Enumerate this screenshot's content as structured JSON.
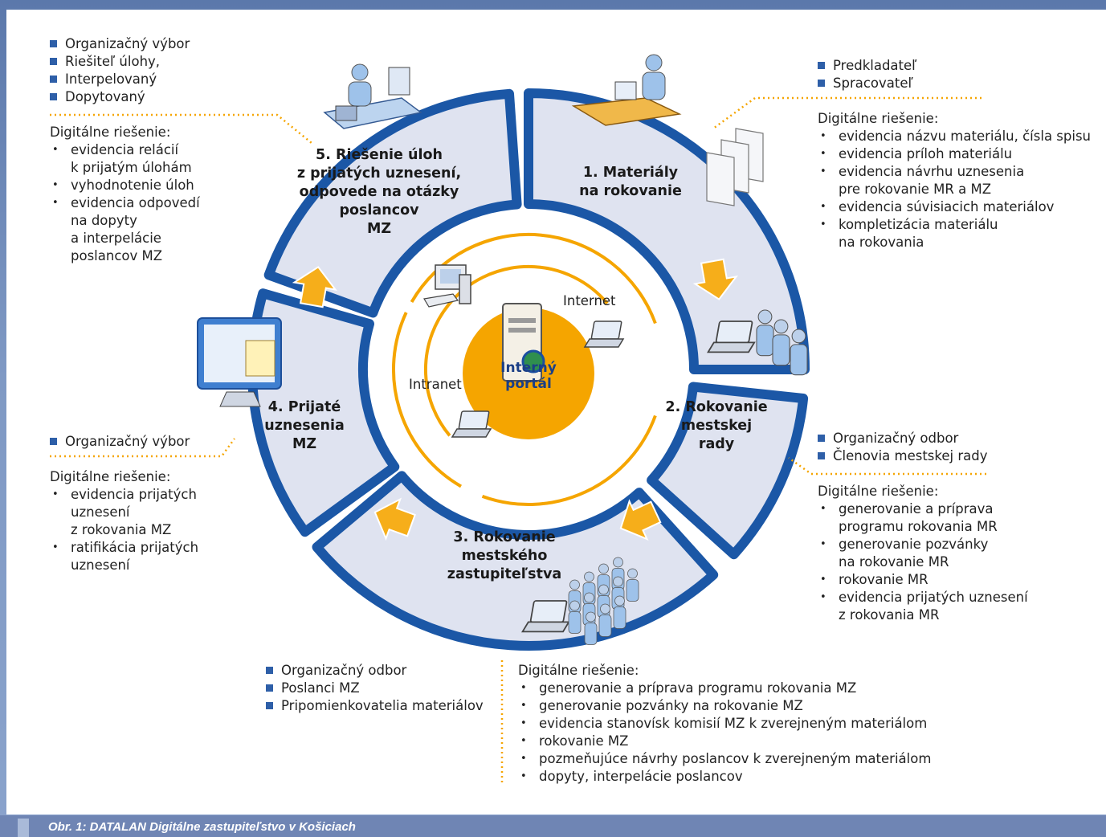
{
  "caption": "Obr. 1: DATALAN Digitálne zastupiteľstvo v Košiciach",
  "colors": {
    "ring_outline": "#1b57a6",
    "segment_fill": "#dfe3f0",
    "center_fill": "#f5a500",
    "arrow_fill": "#f6ae1a",
    "role_bullet": "#2e5fa8",
    "caption_bar": "#6f85b4"
  },
  "center": {
    "label_line1": "Interný",
    "label_line2": "portál",
    "internet_label": "Internet",
    "intranet_label": "Intranet"
  },
  "segments": [
    {
      "title_lines": [
        "1. Materiály",
        "na rokovanie"
      ],
      "icons": [
        "person-at-desk-icon",
        "documents-icon"
      ]
    },
    {
      "title_lines": [
        "2. Rokovanie",
        "mestskej",
        "rady"
      ],
      "icons": [
        "laptop-icon",
        "people-group-icon"
      ]
    },
    {
      "title_lines": [
        "3. Rokovanie",
        "mestského",
        "zastupiteľstva"
      ],
      "icons": [
        "laptop-icon",
        "people-crowd-icon"
      ]
    },
    {
      "title_lines": [
        "4. Prijaté",
        "uznesenia",
        "MZ"
      ],
      "icons": [
        "monitor-documents-icon"
      ]
    },
    {
      "title_lines": [
        "5. Riešenie úloh",
        "z prijatých uznesení,",
        "odpovede na otázky",
        "poslancov",
        "MZ"
      ],
      "icons": [
        "person-at-computer-icon"
      ]
    }
  ],
  "blocks": {
    "b1": {
      "roles": [
        "Predkladateľ",
        "Spracovateľ"
      ],
      "heading": "Digitálne riešenie:",
      "items": [
        "evidencia názvu materiálu, čísla spisu",
        "evidencia príloh materiálu",
        "evidencia návrhu uznesenia\npre rokovanie MR a MZ",
        "evidencia súvisiacich materiálov",
        "kompletizácia materiálu\nna rokovania"
      ]
    },
    "b2": {
      "roles": [
        "Organizačný odbor",
        "Členovia mestskej rady"
      ],
      "heading": "Digitálne riešenie:",
      "items": [
        "generovanie a príprava\nprogramu rokovania MR",
        "generovanie pozvánky\nna rokovanie MR",
        "rokovanie MR",
        "evidencia prijatých uznesení\nz rokovania MR"
      ]
    },
    "b3": {
      "roles": [
        "Organizačný odbor",
        "Poslanci MZ",
        "Pripomienkovatelia materiálov"
      ],
      "heading": "Digitálne riešenie:",
      "items": [
        "generovanie a príprava programu rokovania MZ",
        "generovanie pozvánky na rokovanie MZ",
        "evidencia stanovísk komisií MZ k zverejneným materiálom",
        "rokovanie MZ",
        "pozmeňujúce návrhy poslancov k zverejneným materiálom",
        "dopyty, interpelácie poslancov"
      ]
    },
    "b4": {
      "roles": [
        "Organizačný výbor"
      ],
      "heading": "Digitálne riešenie:",
      "items": [
        "evidencia prijatých\nuznesení\nz rokovania MZ",
        "ratifikácia prijatých\nuznesení"
      ]
    },
    "b5": {
      "roles": [
        "Organizačný výbor",
        "Riešiteľ úlohy,",
        "Interpelovaný",
        "Dopytovaný"
      ],
      "heading": "Digitálne riešenie:",
      "items": [
        "evidencia relácií\nk prijatým úlohám",
        "vyhodnotenie úloh",
        "evidencia odpovedí\nna dopyty\na interpelácie\nposlancov MZ"
      ]
    }
  }
}
